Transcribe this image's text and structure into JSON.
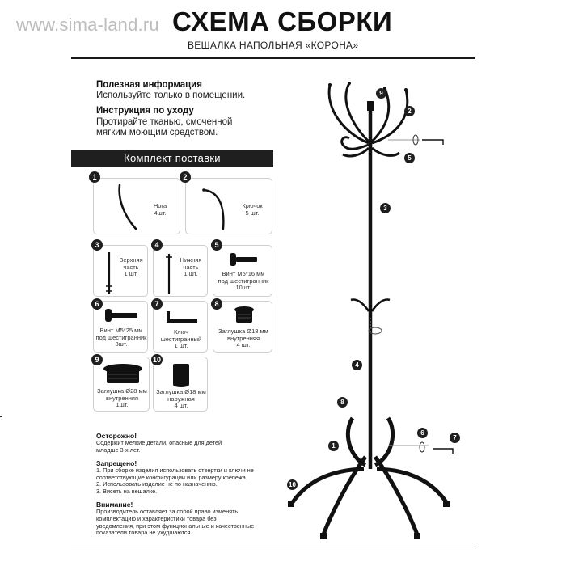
{
  "header": {
    "watermark": "www.sima-land.ru",
    "title": "СХЕМА СБОРКИ",
    "subtitle": "ВЕШАЛКА НАПОЛЬНАЯ «КОРОНА»"
  },
  "info": {
    "useful_title": "Полезная информация",
    "useful_text": "Используйте только в помещении.",
    "care_title": "Инструкция по уходу",
    "care_line1": "Протирайте тканью, смоченной",
    "care_line2": "мягким моющим средством."
  },
  "kit": {
    "title": "Комплект поставки",
    "items": [
      {
        "num": "1",
        "lines": [
          "Нога",
          "4шт."
        ]
      },
      {
        "num": "2",
        "lines": [
          "Крючок",
          "5 шт."
        ]
      },
      {
        "num": "3",
        "lines": [
          "Верхняя",
          "часть",
          "1 шт."
        ]
      },
      {
        "num": "4",
        "lines": [
          "Нижняя",
          "часть",
          "1 шт."
        ]
      },
      {
        "num": "5",
        "lines": [
          "Винт М5*16 мм",
          "под шестигранник",
          "10шт."
        ]
      },
      {
        "num": "6",
        "lines": [
          "Винт М5*25 мм",
          "под шестигранник",
          "8шт."
        ]
      },
      {
        "num": "7",
        "lines": [
          "Ключ",
          "шестигранный",
          "1 шт."
        ]
      },
      {
        "num": "8",
        "lines": [
          "Заглушка Ø18 мм",
          "внутренняя",
          "4 шт."
        ]
      },
      {
        "num": "9",
        "lines": [
          "Заглушка Ø28 мм",
          "внутренняя",
          "1шт."
        ]
      },
      {
        "num": "10",
        "lines": [
          "Заглушка Ø18 мм",
          "наружная",
          "4 шт."
        ]
      }
    ]
  },
  "warnings": {
    "caution_title": "Осторожно!",
    "caution_line1": "Содержит мелкие детали, опасные для детей",
    "caution_line2": "младше 3-х лет.",
    "forbidden_title": "Запрещено!",
    "forbidden_line1": "1. При сборке изделия использовать отвертки и ключи не",
    "forbidden_line2": "соответствующие конфигурации или размеру крепежа.",
    "forbidden_line3": "2. Использовать изделие не по назначению.",
    "forbidden_line4": "3. Висеть на вешалке.",
    "attention_title": "Внимание!",
    "attention_line1": "Производитель оставляет за собой право изменять",
    "attention_line2": "комплектацию и характеристики товара без",
    "attention_line3": "уведомления, при этом функциональные и качественные",
    "attention_line4": "показатели товара не ухудшаются."
  },
  "diagram": {
    "callouts": [
      "9",
      "2",
      "5",
      "3",
      "4",
      "8",
      "1",
      "6",
      "7",
      "10"
    ]
  }
}
